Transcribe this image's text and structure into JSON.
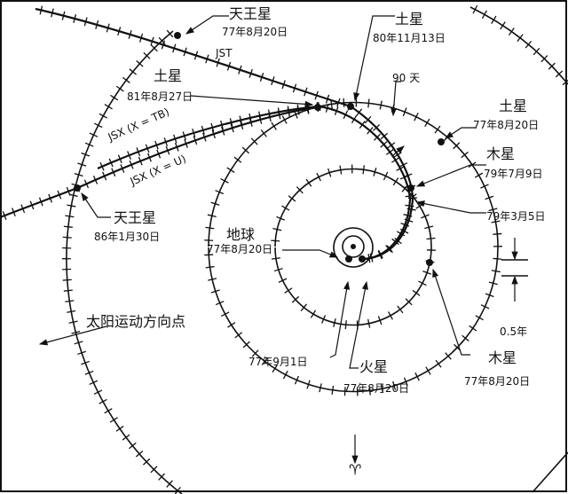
{
  "labels": {
    "uranus_77": {
      "name": "天王星",
      "date": "77年8月20日"
    },
    "saturn_80": {
      "name": "土星",
      "date": "80年11月13日"
    },
    "jst": "JST",
    "saturn_81": {
      "name": "土星",
      "date": "81年8月27日"
    },
    "days90": "90 天",
    "saturn_77": {
      "name": "土星",
      "date": "77年8月20日"
    },
    "jsx_tb": "JSX (X = TB)",
    "jsx_u": "JSX (X = U)",
    "jupiter_79": {
      "name": "木星",
      "date": "79年7月9日"
    },
    "date_79_3_5": "79年3月5日",
    "uranus_86": {
      "name": "天王星",
      "date": "86年1月30日"
    },
    "earth": {
      "name": "地球",
      "date": "77年8月20日"
    },
    "half_year": "0.5年",
    "solar_apex": "太阳运动方向点",
    "date_77_9_1": "77年9月1日",
    "mars": {
      "name": "火星",
      "date": "77年8月20日"
    },
    "jupiter_77": {
      "name": "木星",
      "date": "77年8月20日"
    },
    "aries_symbol": "♈"
  }
}
